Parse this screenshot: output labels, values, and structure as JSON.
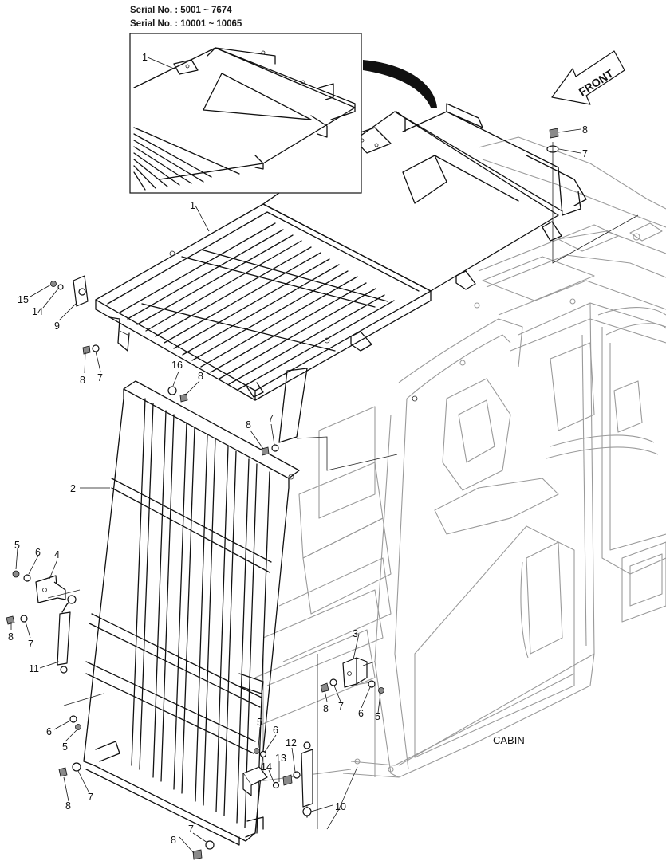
{
  "header": {
    "serial_line_1": "Serial No. : 5001 ~ 7674",
    "serial_line_2": "Serial No. : 10001 ~ 10065"
  },
  "direction_label": "FRONT",
  "assembly_label": "CABIN",
  "callouts": {
    "inset_1": "1",
    "guard_top_1": "1",
    "guard_front_2": "2",
    "bracket_3": "3",
    "bracket_4": "4",
    "nut_5_left": "5",
    "washer_6_left": "6",
    "bolt_8_left_upper": "8",
    "washer_7_left_upper": "7",
    "stay_11": "11",
    "washer_6_left_lower": "6",
    "nut_5_left_lower": "5",
    "bolt_8_left_lower": "8",
    "washer_7_left_lower": "7",
    "bolt_8_bottom": "8",
    "washer_7_bottom": "7",
    "nut_5_mid": "5",
    "washer_6_mid": "6",
    "bolt_13": "13",
    "washer_14_mid": "14",
    "pin_12": "12",
    "stay_10": "10",
    "bolt_8_right_bracket": "8",
    "washer_7_right_bracket": "7",
    "washer_6_right": "6",
    "nut_5_right": "5",
    "bolt_15": "15",
    "washer_14_top": "14",
    "hinge_9": "9",
    "bolt_8_hinge": "8",
    "washer_7_hinge": "7",
    "washer_16": "16",
    "bolt_8_top_mid": "8",
    "bolt_8_guard_pin": "8",
    "washer_7_guard_pin": "7",
    "bolt_8_roof": "8",
    "washer_7_roof": "7"
  }
}
